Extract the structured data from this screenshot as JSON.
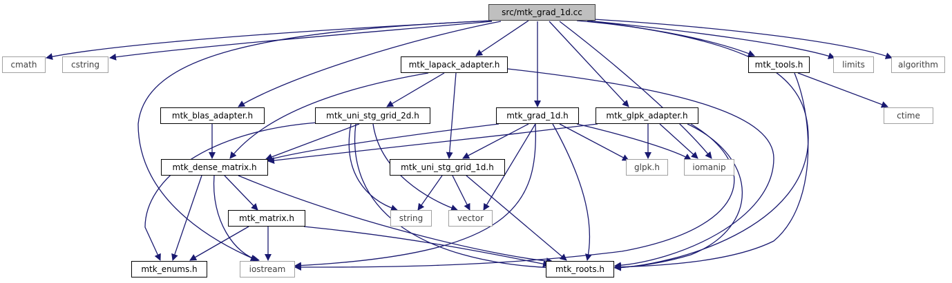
{
  "graph": {
    "title": "src/mtk_grad_1d.cc",
    "edge_color": "#191970",
    "root_fill": "#bfbfbf",
    "external_border": "#a0a0a0",
    "nodes": {
      "root": "src/mtk_grad_1d.cc",
      "cmath": "cmath",
      "cstring": "cstring",
      "lapack": "mtk_lapack_adapter.h",
      "limits": "limits",
      "algorithm": "algorithm",
      "tools": "mtk_tools.h",
      "blas": "mtk_blas_adapter.h",
      "grid2d": "mtk_uni_stg_grid_2d.h",
      "grad": "mtk_grad_1d.h",
      "glpk_adapter": "mtk_glpk_adapter.h",
      "ctime": "ctime",
      "dense": "mtk_dense_matrix.h",
      "grid1d": "mtk_uni_stg_grid_1d.h",
      "glpk": "glpk.h",
      "iomanip": "iomanip",
      "matrix": "mtk_matrix.h",
      "string": "string",
      "vector": "vector",
      "enums": "mtk_enums.h",
      "iostream": "iostream",
      "roots": "mtk_roots.h"
    }
  }
}
